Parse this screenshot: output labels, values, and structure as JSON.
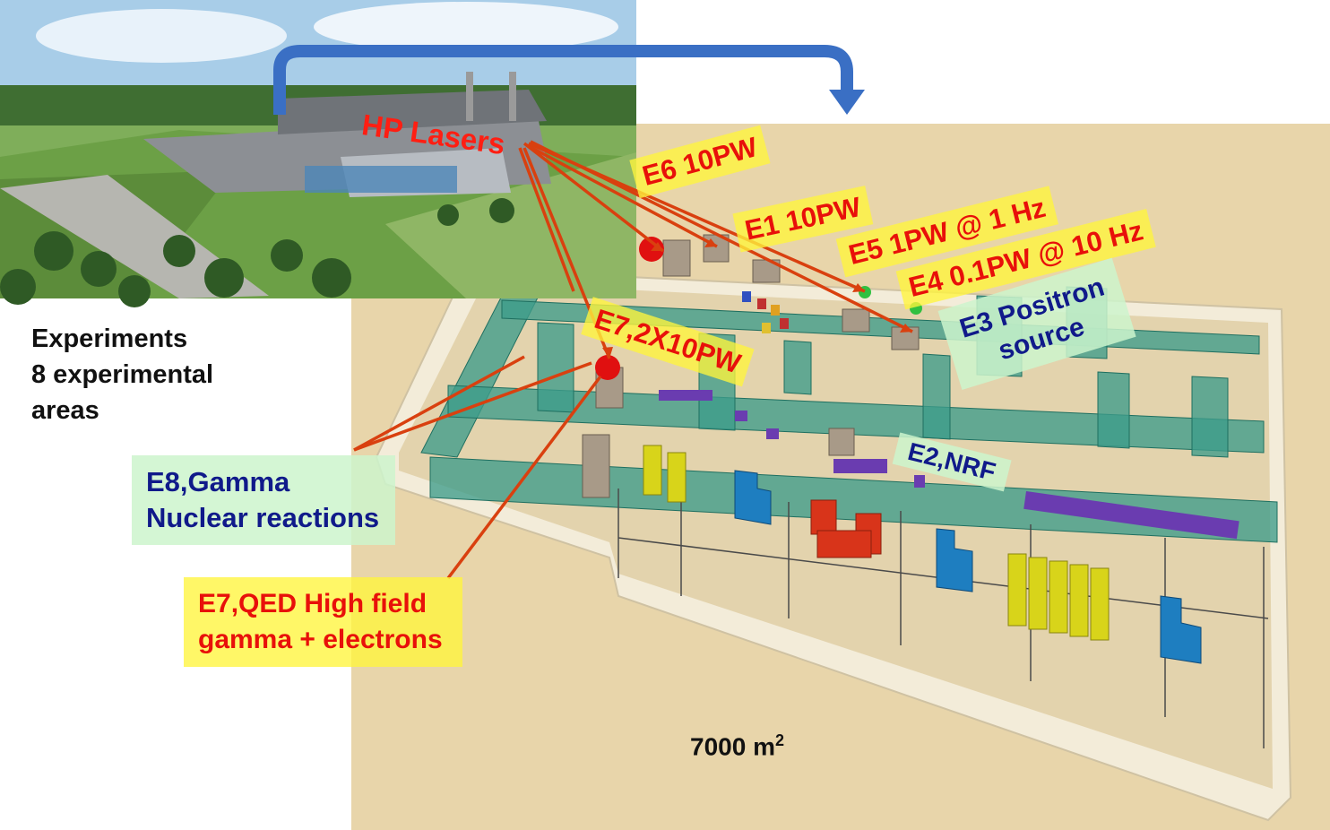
{
  "lasers_label": "HP Lasers",
  "experiments": {
    "title": "Experiments",
    "line2": "8 experimental",
    "line3": "areas"
  },
  "areas": {
    "e6": "E6 10PW",
    "e1": "E1 10PW",
    "e5": "E5  1PW @ 1 Hz",
    "e4": "E4  0.1PW @ 10 Hz",
    "e7a": "E7,2X10PW",
    "e3_line1": "E3 Positron",
    "e3_line2": "source",
    "e2": "E2,NRF",
    "e8_line1": "E8,Gamma",
    "e8_line2": "Nuclear  reactions",
    "e7_line1": "E7,QED  High field",
    "e7_line2": "gamma + electrons"
  },
  "floor_area": {
    "value": "7000 m",
    "superscript": "2"
  },
  "colors": {
    "laser_red": "#e8100a",
    "arrow_red": "#d9400f",
    "label_yellow": "#fff53c",
    "label_green": "#cdf5cd",
    "navy_text": "#101a8a",
    "flow_arrow_blue": "#3a6fc4",
    "wall_teal": "#2f8f80",
    "floor_sand": "#e6d2a8"
  }
}
